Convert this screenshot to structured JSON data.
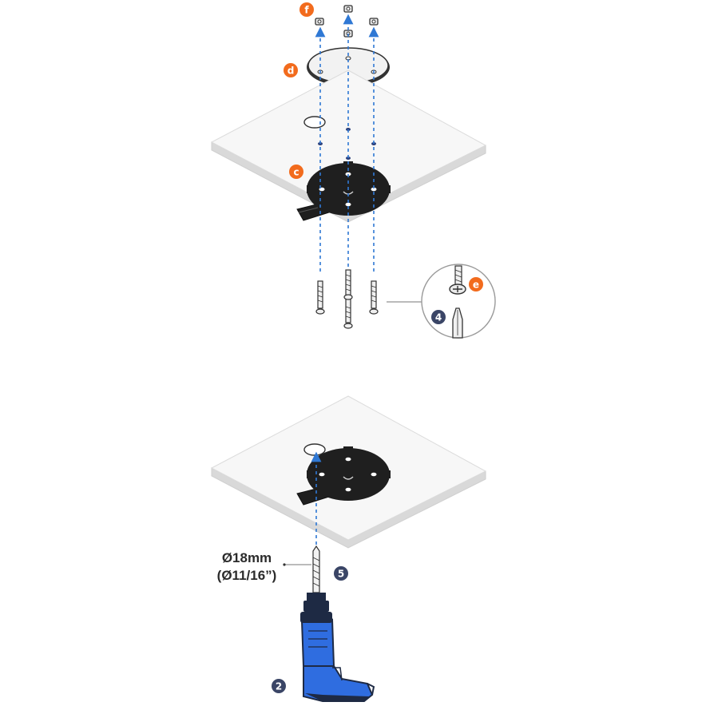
{
  "callouts": {
    "c": "c",
    "d": "d",
    "e": "e",
    "f": "f"
  },
  "steps": {
    "step2": "2",
    "step4": "4",
    "step5": "5"
  },
  "drill_spec": {
    "metric": "Ø18mm",
    "imperial": "(Ø11/16”)"
  },
  "colors": {
    "callout": "#f26b1d",
    "step": "#3a4566",
    "arrow": "#2f78d4",
    "drill_body": "#2f6de0",
    "drill_dark": "#1e2a44",
    "bracket": "#1f1f1f",
    "ceiling_top": "#f7f7f7",
    "ceiling_edge": "#d9d9d9"
  },
  "icons": {
    "screw": "screw-icon",
    "nut": "nut-icon",
    "screwdriver": "screwdriver-icon",
    "drill": "drill-icon"
  }
}
